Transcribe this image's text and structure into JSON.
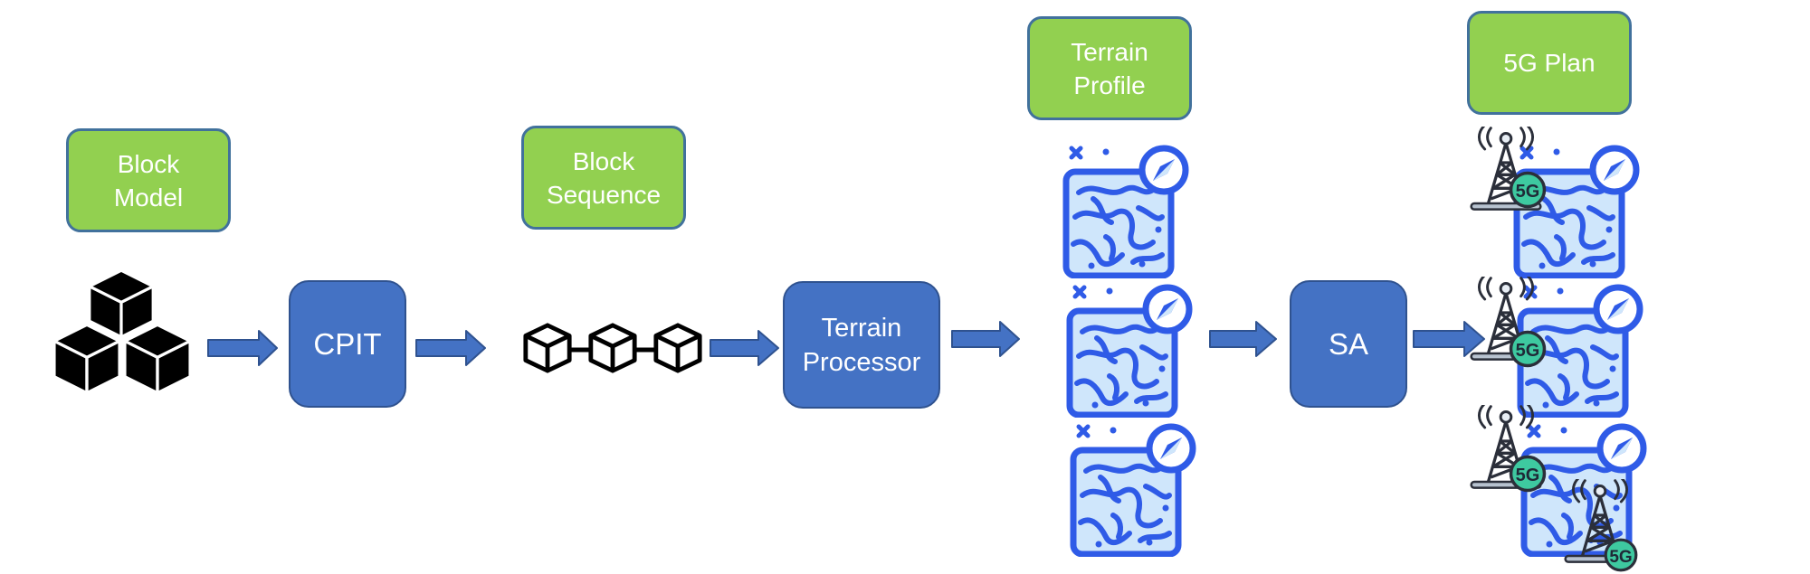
{
  "diagram": {
    "labels": {
      "block_model": "Block\nModel",
      "block_sequence": "Block\nSequence",
      "terrain_profile": "Terrain\nProfile",
      "plan_5g": "5G Plan"
    },
    "processes": {
      "cpit": "CPIT",
      "terrain_processor": "Terrain\nProcessor",
      "sa": "SA"
    },
    "badge_text": "5G",
    "icons": [
      "cubes-icon",
      "block-chain-icon",
      "terrain-map-icon",
      "cell-tower-icon",
      "compass-icon"
    ]
  },
  "colors": {
    "label_fill": "#92d050",
    "label_border": "#41719c",
    "process_fill": "#4472c4",
    "process_border": "#2f528f",
    "arrow": "#4472c4",
    "map_line": "#2f5be7",
    "map_fill": "#cfe6fb",
    "badge": "#3ec9a0"
  }
}
